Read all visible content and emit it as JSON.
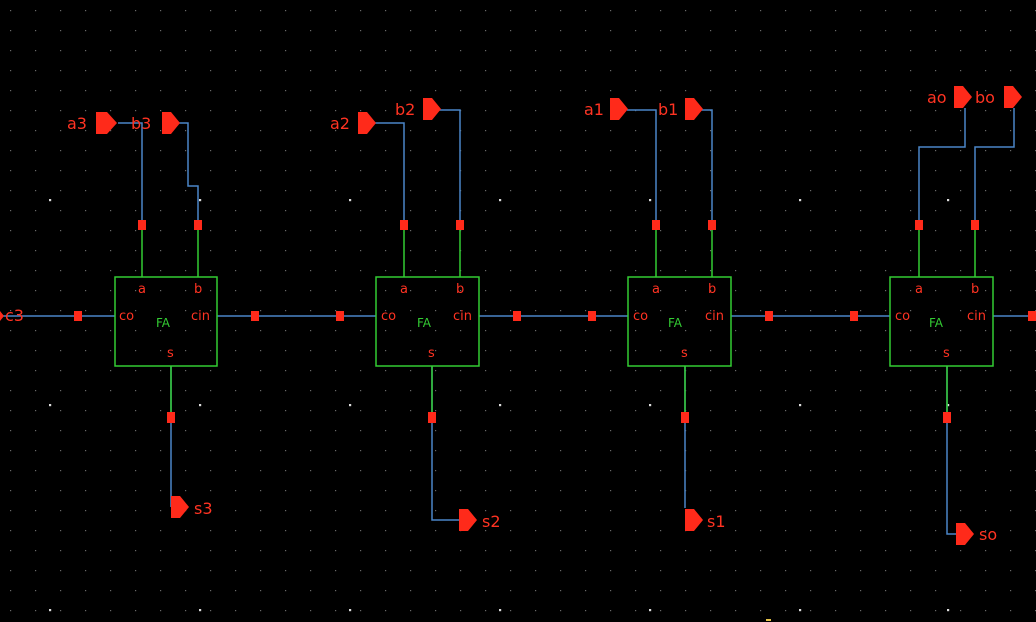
{
  "colors": {
    "background": "#000000",
    "grid_dot": "#6a6a6a",
    "grid_dot_major": "#dddddd",
    "wire": "#4a86c8",
    "instance_box": "#33cc33",
    "pin": "#ff2a1a",
    "label": "#ff3322",
    "instance_title": "#33cc33"
  },
  "instances": [
    {
      "id": "fa3",
      "title": "FA",
      "pins": {
        "a": "a",
        "b": "b",
        "co": "co",
        "cin": "cin",
        "s": "s"
      }
    },
    {
      "id": "fa2",
      "title": "FA",
      "pins": {
        "a": "a",
        "b": "b",
        "co": "co",
        "cin": "cin",
        "s": "s"
      }
    },
    {
      "id": "fa1",
      "title": "FA",
      "pins": {
        "a": "a",
        "b": "b",
        "co": "co",
        "cin": "cin",
        "s": "s"
      }
    },
    {
      "id": "fa0",
      "title": "FA",
      "pins": {
        "a": "a",
        "b": "b",
        "co": "co",
        "cin": "cin",
        "s": "s"
      }
    }
  ],
  "ports": {
    "a3": "a3",
    "b3": "b3",
    "a2": "a2",
    "b2": "b2",
    "a1": "a1",
    "b1": "b1",
    "a0": "ao",
    "b0": "bo",
    "s3": "s3",
    "s2": "s2",
    "s1": "s1",
    "s0": "so",
    "c3": "c3"
  }
}
